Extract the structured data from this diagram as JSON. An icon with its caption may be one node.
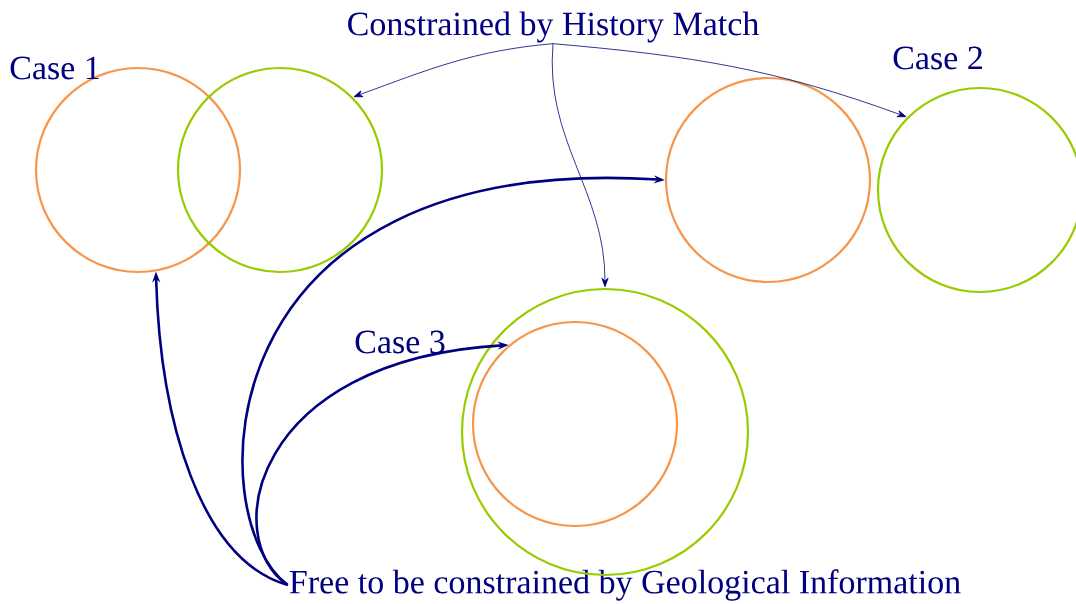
{
  "diagram": {
    "nodes": [
      {
        "text": [
          "Constrained by History Match"
        ]
      },
      {
        "text": [
          "Free to be constrained by Geological Information"
        ]
      },
      {
        "text": [],
        "shape": "circle"
      },
      {
        "text": [],
        "shape": "circle"
      },
      {
        "text": [],
        "shape": "circle"
      },
      {
        "text": [],
        "shape": "circle"
      },
      {
        "text": [],
        "shape": "circle"
      },
      {
        "text": [],
        "shape": "circle",
        "in": 6
      }
    ],
    "edges": [
      {
        "from": 0,
        "to": 3,
        "arrow": "to"
      },
      {
        "from": 0,
        "to": 5,
        "arrow": "to"
      },
      {
        "from": 0,
        "to": 6,
        "arrow": "to"
      },
      {
        "from": 1,
        "to": 2,
        "arrow": "to",
        "style": "thick"
      },
      {
        "from": 1,
        "to": 4,
        "arrow": "to",
        "style": "thick"
      },
      {
        "from": 1,
        "to": 7,
        "arrow": "to",
        "style": "thick"
      }
    ],
    "labels": [
      "Case 1",
      "Case 2",
      "Case 3"
    ]
  }
}
